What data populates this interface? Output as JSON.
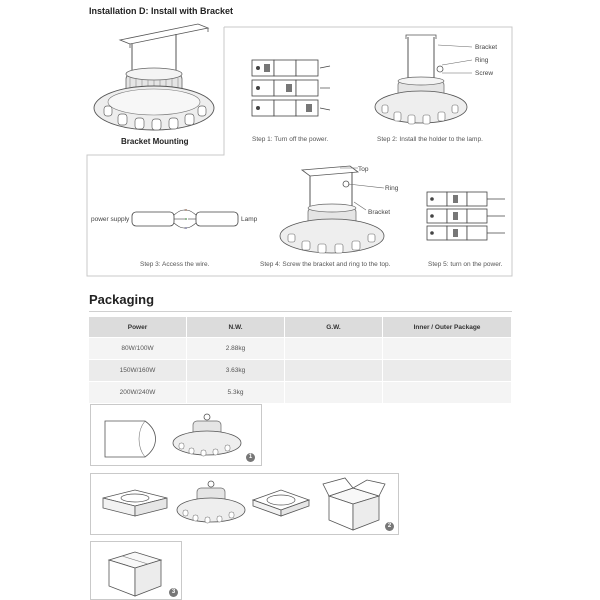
{
  "install": {
    "title": "Installation D: Install with Bracket",
    "bracket_mounting": "Bracket Mounting",
    "steps": [
      "Step 1: Turn off the power.",
      "Step 2: Install the holder to the lamp.",
      "Step 3: Access the wire.",
      "Step 4: Screw the bracket and ring to the top.",
      "Step 5: turn on the power."
    ],
    "step2_labels": {
      "bracket": "Bracket",
      "ring": "Ring",
      "screw": "Screw"
    },
    "step3_labels": {
      "power_supply": "power supply",
      "lamp": "Lamp"
    },
    "step4_labels": {
      "top": "Top",
      "ring": "Ring",
      "bracket": "Bracket"
    }
  },
  "packaging": {
    "title": "Packaging",
    "headers": [
      "Power",
      "N.W.",
      "G.W.",
      "Inner / Outer Package"
    ],
    "rows": [
      [
        "80W/100W",
        "2.88kg",
        "",
        ""
      ],
      [
        "150W/160W",
        "3.63kg",
        "",
        ""
      ],
      [
        "200W/240W",
        "5.3kg",
        "",
        ""
      ]
    ],
    "badges": [
      "1",
      "2",
      "3"
    ]
  }
}
